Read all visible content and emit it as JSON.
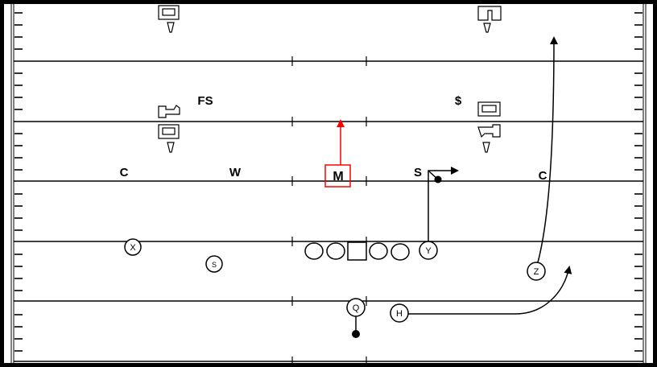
{
  "colors": {
    "field_lines": "#000000",
    "highlight": "#ff0000",
    "background": "#ffffff"
  },
  "defense": [
    {
      "id": "c-left",
      "label": "C"
    },
    {
      "id": "w",
      "label": "W"
    },
    {
      "id": "m",
      "label": "M",
      "highlighted": true
    },
    {
      "id": "s",
      "label": "S"
    },
    {
      "id": "c-right",
      "label": "C"
    },
    {
      "id": "fs",
      "label": "FS"
    },
    {
      "id": "dollar",
      "label": "$"
    }
  ],
  "offense": [
    {
      "id": "x",
      "label": "X"
    },
    {
      "id": "s",
      "label": "S"
    },
    {
      "id": "y",
      "label": "Y"
    },
    {
      "id": "q",
      "label": "Q"
    },
    {
      "id": "h",
      "label": "H"
    },
    {
      "id": "z",
      "label": "Z"
    }
  ],
  "offensive_line": {
    "count": 5,
    "center_shape": "square",
    "others_shape": "circle"
  },
  "field_markers": [
    "yard-number-icon",
    "yard-number-icon",
    "yard-number-icon",
    "yard-number-icon",
    "yard-number-icon",
    "yard-number-icon"
  ]
}
